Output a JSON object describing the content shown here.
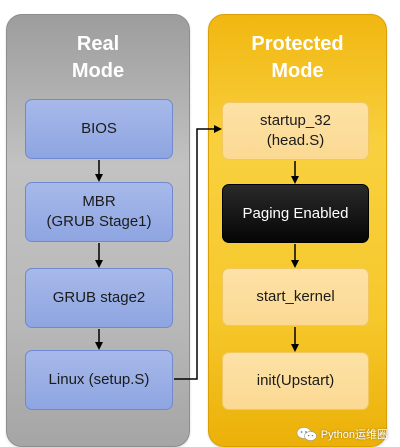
{
  "panels": {
    "real_mode": {
      "title": "Real\nMode"
    },
    "protected_mode": {
      "title": "Protected\nMode"
    }
  },
  "real_mode_steps": [
    "BIOS",
    "MBR\n(GRUB Stage1)",
    "GRUB stage2",
    "Linux (setup.S)"
  ],
  "protected_mode_steps": [
    "startup_32\n(head.S)",
    "Paging Enabled",
    "start_kernel",
    "init(Upstart)"
  ],
  "watermark": {
    "text": "Python运维圈",
    "icon": "wechat-icon"
  },
  "colors": {
    "real_panel": "#b5b5b5",
    "protected_panel": "#f5c22a",
    "real_box": "#98ade5",
    "protected_box": "#fcdc9b",
    "highlight_box": "#000000",
    "arrow": "#000000"
  }
}
